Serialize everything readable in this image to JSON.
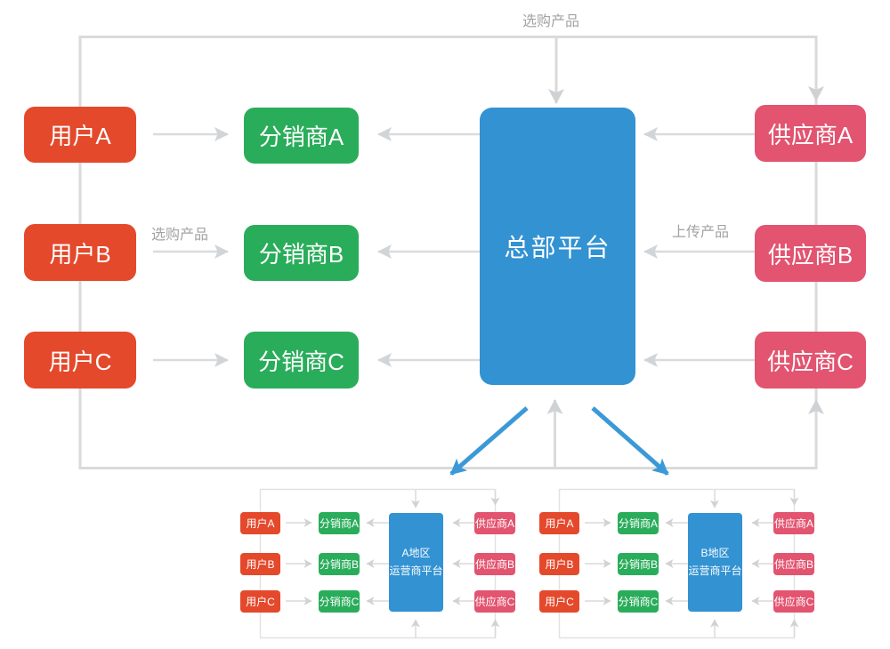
{
  "diagram": {
    "top_label": "选购产品",
    "main": {
      "platform": "总部平台",
      "users": [
        "用户A",
        "用户B",
        "用户C"
      ],
      "distributors": [
        "分销商A",
        "分销商B",
        "分销商C"
      ],
      "suppliers": [
        "供应商A",
        "供应商B",
        "供应商C"
      ],
      "purchase_label": "选购产品",
      "upload_label": "上传产品"
    },
    "regions": [
      {
        "platform_line1": "A地区",
        "platform_line2": "运营商平台",
        "users": [
          "用户A",
          "用户B",
          "用户C"
        ],
        "distributors": [
          "分销商A",
          "分销商B",
          "分销商C"
        ],
        "suppliers": [
          "供应商A",
          "供应商B",
          "供应商C"
        ]
      },
      {
        "platform_line1": "B地区",
        "platform_line2": "运营商平台",
        "users": [
          "用户A",
          "用户B",
          "用户C"
        ],
        "distributors": [
          "分销商A",
          "分销商B",
          "分销商C"
        ],
        "suppliers": [
          "供应商A",
          "供应商B",
          "供应商C"
        ]
      }
    ],
    "colors": {
      "user": "#e4492c",
      "distributor": "#2aad5b",
      "platform": "#3292d2",
      "supplier": "#e25470",
      "line": "#dadada",
      "label": "#a3a3a3",
      "blue_arrow": "#3b99d8"
    }
  }
}
